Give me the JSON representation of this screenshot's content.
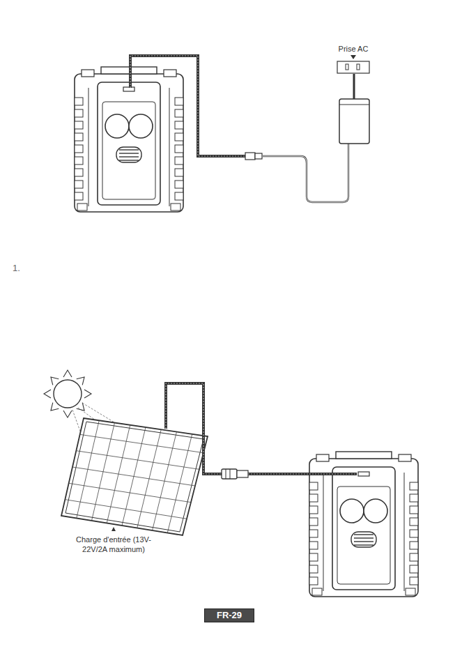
{
  "diagram": {
    "nodes": [
      {
        "text": [
          "FR-29"
        ]
      }
    ],
    "labels": [
      "Prise AC",
      "Charge d'entrée (13V-22V/2A maximum)",
      "1."
    ]
  }
}
